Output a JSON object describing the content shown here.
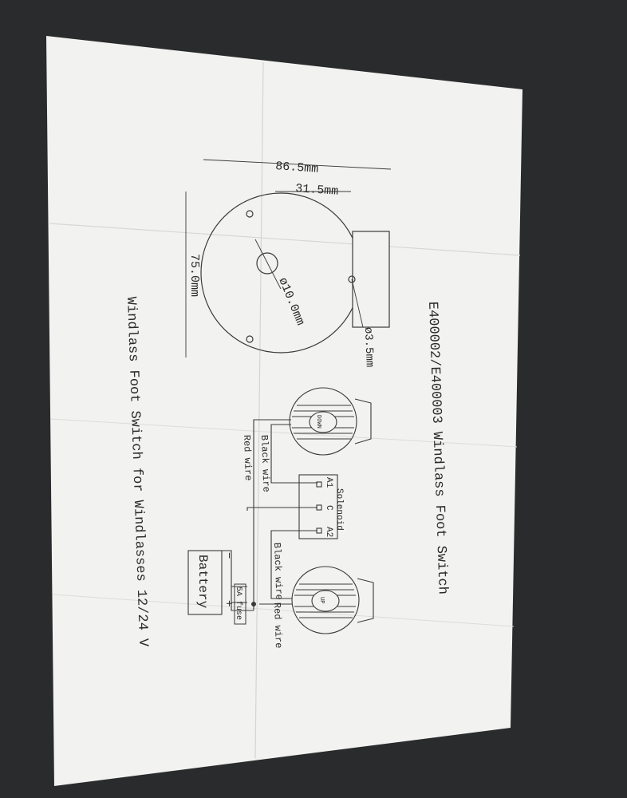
{
  "document": {
    "title": "E400002/E400003 Windlass Foot Switch",
    "subtitle": "Windlass Foot Switch for Windlasses 12/24 V"
  },
  "dimensions": {
    "overall_width": "86.5mm",
    "offset_width": "31.5mm",
    "height": "75.0mm",
    "center_hole": "ø10.0mm",
    "mount_hole": "ø3.5mm"
  },
  "switches": {
    "down_label": "DOWN",
    "up_label": "UP"
  },
  "solenoid": {
    "label": "Solenoid",
    "terminals": [
      "A1",
      "C",
      "A2"
    ]
  },
  "wiring": {
    "down_black": "Black wire",
    "down_red": "Red wire",
    "up_black": "Black wire",
    "up_red": "Red wire",
    "fuse": "5A fuse",
    "battery": "Battery",
    "minus": "−",
    "plus": "+"
  }
}
